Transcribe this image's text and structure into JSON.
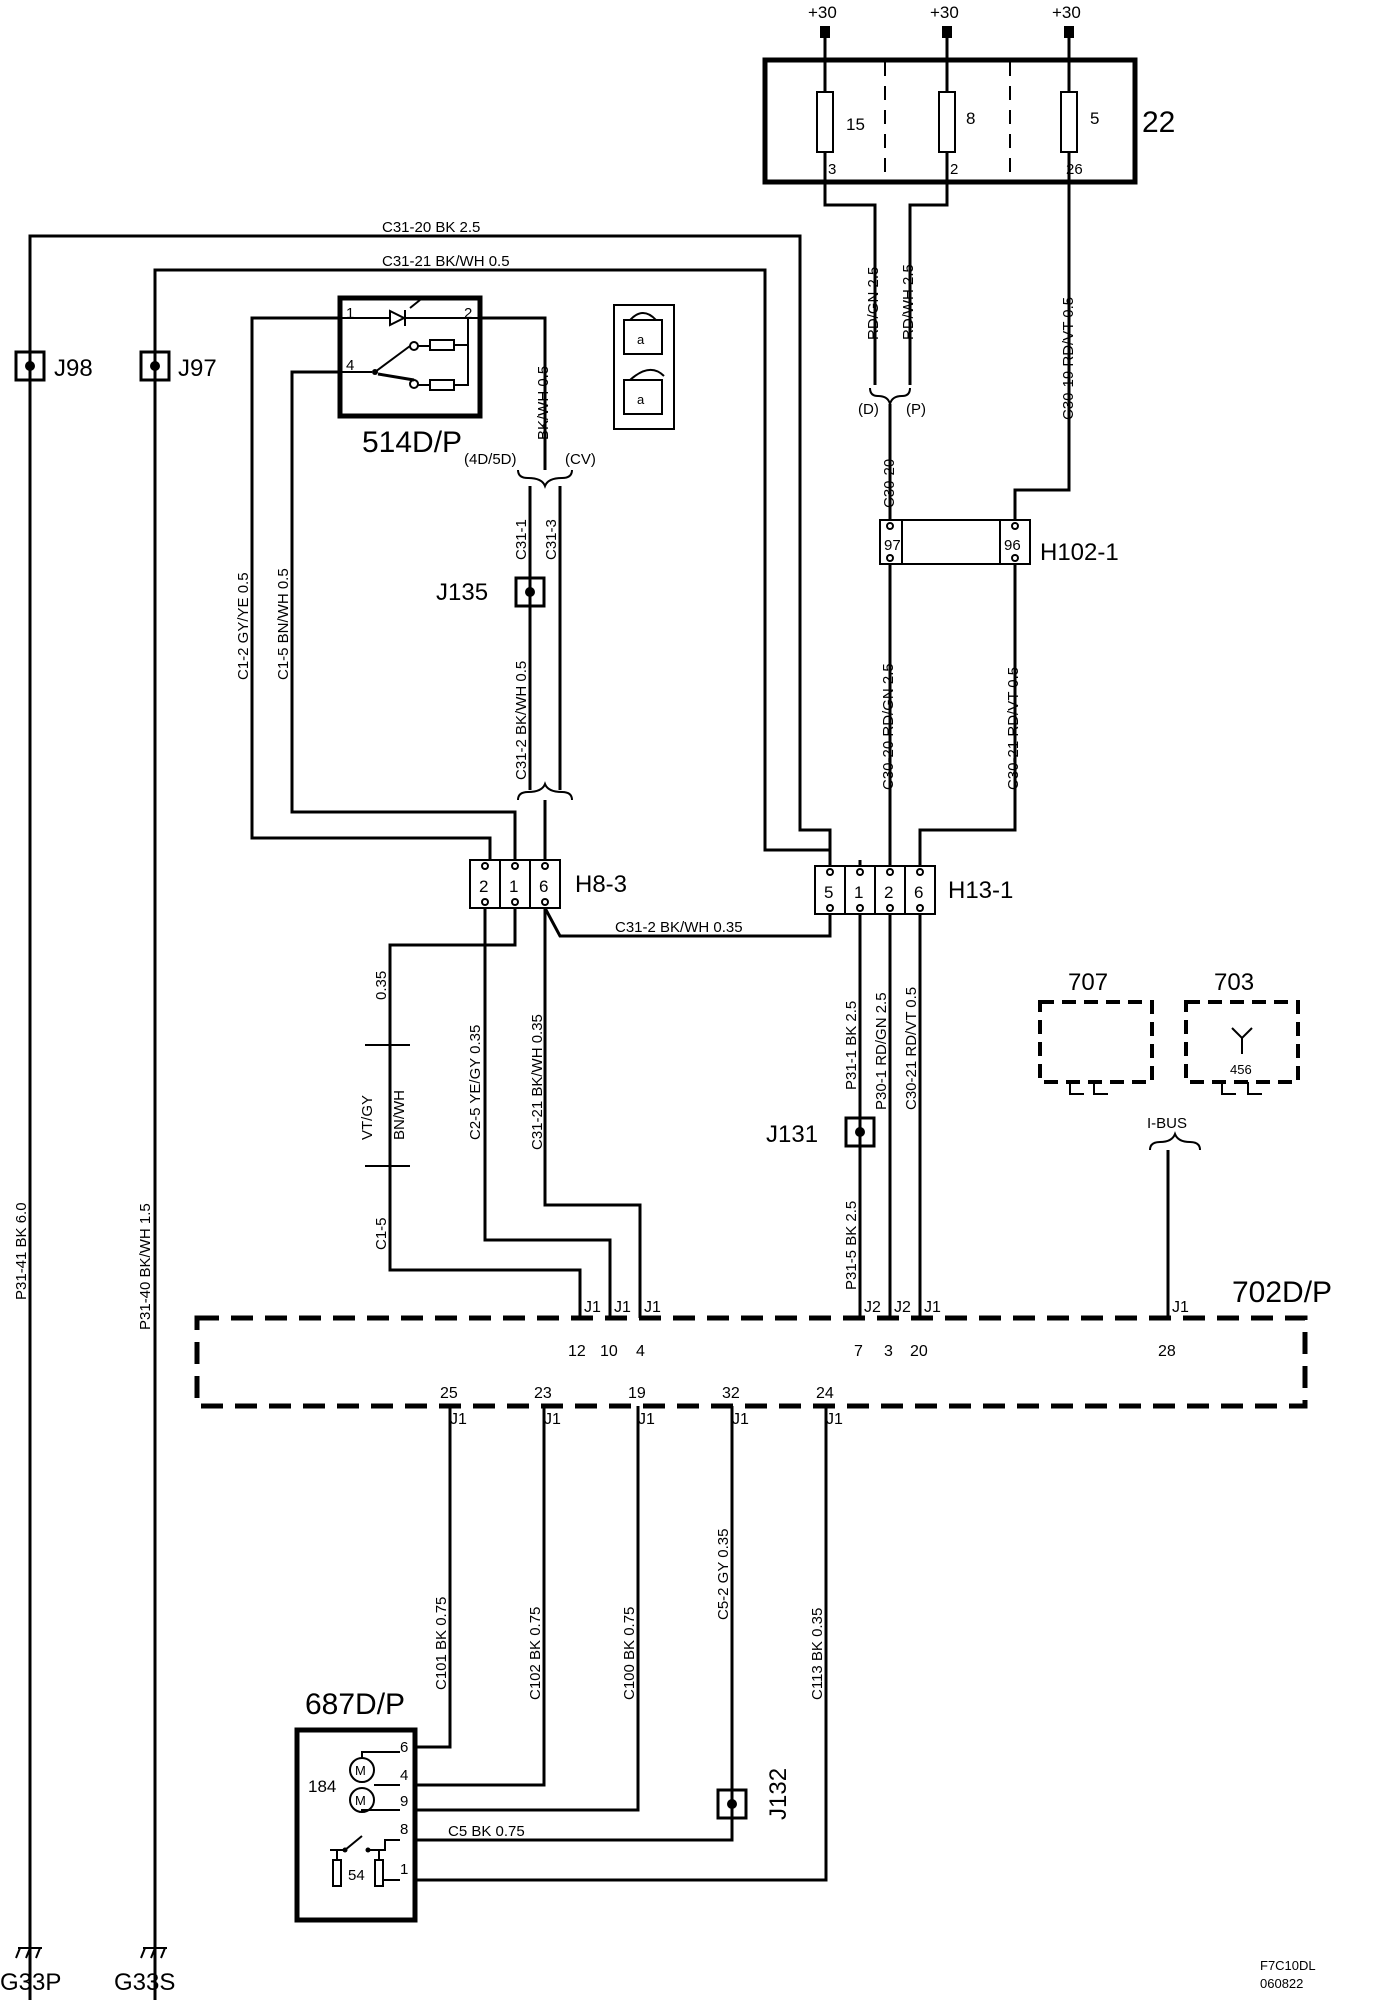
{
  "supply": {
    "b1": "+30",
    "b2": "+30",
    "b3": "+30"
  },
  "fusebox": {
    "id": "22",
    "fuses": [
      "15",
      "8",
      "5"
    ],
    "pins": [
      "3",
      "2",
      "26"
    ]
  },
  "components": {
    "switch": "514D/P",
    "switch_pins": {
      "p1": "1",
      "p2": "2",
      "p4": "4"
    },
    "ctrl": "702D/P",
    "motor": "687D/P",
    "motor_inner": "184",
    "switch_inner": "54",
    "m707": "707",
    "m703": "703",
    "m703_inner": "456"
  },
  "connectors": {
    "h8": "H8-3",
    "h13": "H13-1",
    "h102": "H102-1",
    "h8_pins": [
      "2",
      "1",
      "6"
    ],
    "h13_pins": [
      "5",
      "1",
      "2",
      "6"
    ],
    "h102_pins": [
      "97",
      "96"
    ]
  },
  "joints": {
    "j98": "J98",
    "j97": "J97",
    "j135": "J135",
    "j131": "J131",
    "j132": "J132"
  },
  "grounds": {
    "g1": "G33P",
    "g2": "G33S"
  },
  "variants": {
    "d": "(D)",
    "p": "(P)",
    "v45": "(4D/5D)",
    "cv": "(CV)"
  },
  "bus": "I-BUS",
  "wires": {
    "c31_20": "C31-20  BK    2.5",
    "c31_21": "C31-21  BK/WH 0.5",
    "bkwh05": "BK/WH   0.5",
    "c1_2": "C1-2  GY/YE  0.5",
    "c1_5": "C1-5  BN/WH  0.5",
    "c31_1": "C31-1",
    "c31_3": "C31-3",
    "c31_2a": "C31-2  BK/WH  0.5",
    "rdgn25": "RD/GN  2.5",
    "rdwh25": "RD/WH  2.5",
    "c30_19": "C30-19  RD/VT  0.5",
    "c30_20a": "C30-20",
    "c30_20b": "C30-20   RD/GN   2.5",
    "c30_21a": "C30-21   RD/VT   0.5",
    "c31_2b": "C31-2   BK/WH  0.35",
    "p31_1": "P31-1  BK   2.5",
    "p30_1": "P30-1  RD/GN  2.5",
    "c30_21b": "C30-21  RD/VT  0.5",
    "p31_5": "P31-5  BK   2.5",
    "w035": "0.35",
    "vtgy": "VT/GY",
    "bnwh": "BN/WH",
    "c1_5b": "C1-5",
    "c2_5": "C2-5   YE/GY  0.35",
    "c31_21b": "C31-21  BK/WH  0.35",
    "p31_41": "P31-41  BK  6.0",
    "p31_40": "P31-40  BK/WH 1.5",
    "c101": "C101  BK  0.75",
    "c102": "C102  BK  0.75",
    "c100": "C100  BK  0.75",
    "c5_2": "C5-2  GY  0.35",
    "c113": "C113  BK  0.35",
    "c5": "C5  BK  0.75"
  },
  "ctrl_pins_top": {
    "n12": "12",
    "n10": "10",
    "n4": "4",
    "n7": "7",
    "n3": "3",
    "n20": "20",
    "n28": "28",
    "j1": "J1",
    "j2": "J2"
  },
  "ctrl_pins_bot": {
    "n25": "25",
    "n23": "23",
    "n19": "19",
    "n32": "32",
    "n24": "24"
  },
  "motor_pins": {
    "p6": "6",
    "p4": "4",
    "p9": "9",
    "p8": "8",
    "p1": "1"
  },
  "footer": {
    "code": "F7C10DL",
    "date": "060822"
  }
}
